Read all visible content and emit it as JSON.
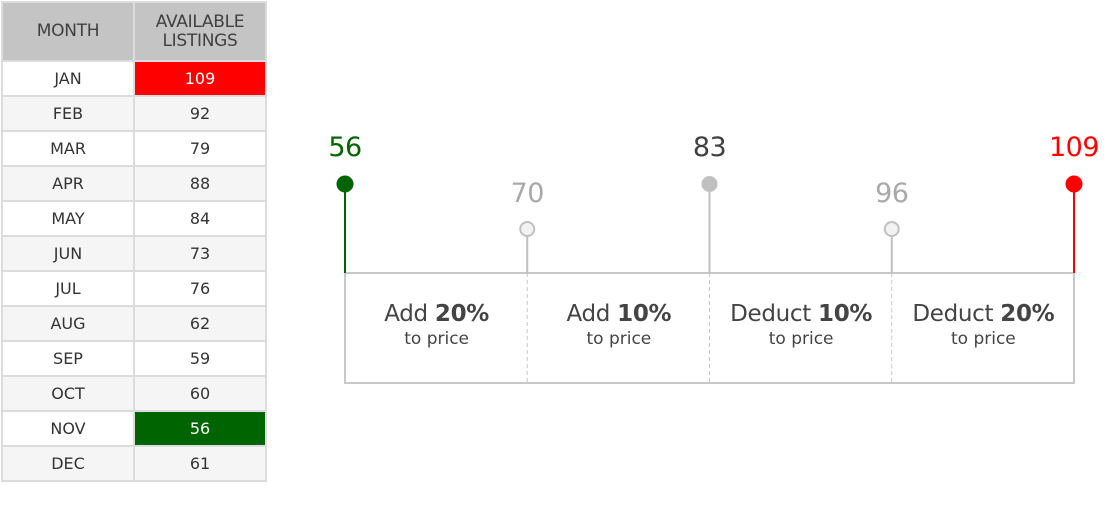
{
  "table": {
    "header_month": "MONTH",
    "header_listings_line1": "AVAILABLE",
    "header_listings_line2": "LISTINGS",
    "rows": [
      {
        "month": "JAN",
        "value": "109",
        "highlight": "max"
      },
      {
        "month": "FEB",
        "value": "92",
        "highlight": ""
      },
      {
        "month": "MAR",
        "value": "79",
        "highlight": ""
      },
      {
        "month": "APR",
        "value": "88",
        "highlight": ""
      },
      {
        "month": "MAY",
        "value": "84",
        "highlight": ""
      },
      {
        "month": "JUN",
        "value": "73",
        "highlight": ""
      },
      {
        "month": "JUL",
        "value": "76",
        "highlight": ""
      },
      {
        "month": "AUG",
        "value": "62",
        "highlight": ""
      },
      {
        "month": "SEP",
        "value": "59",
        "highlight": ""
      },
      {
        "month": "OCT",
        "value": "60",
        "highlight": ""
      },
      {
        "month": "NOV",
        "value": "56",
        "highlight": "min"
      },
      {
        "month": "DEC",
        "value": "61",
        "highlight": ""
      }
    ]
  },
  "colors": {
    "max_highlight": "#ff0000",
    "min_highlight": "#006400",
    "header_bg": "#c4c4c4",
    "marker_gray": "#c0c0c0",
    "text_dark": "#404040",
    "text_light": "#a9a9a9"
  },
  "chart_data": {
    "type": "table",
    "title": "",
    "months": [
      "JAN",
      "FEB",
      "MAR",
      "APR",
      "MAY",
      "JUN",
      "JUL",
      "AUG",
      "SEP",
      "OCT",
      "NOV",
      "DEC"
    ],
    "available_listings": [
      109,
      92,
      79,
      88,
      84,
      73,
      76,
      62,
      59,
      60,
      56,
      61
    ],
    "scale_points": [
      {
        "value": 56,
        "label": "56",
        "style": "min",
        "color": "#006400"
      },
      {
        "value": 70,
        "label": "70",
        "style": "hollow",
        "color": "#a9a9a9"
      },
      {
        "value": 83,
        "label": "83",
        "style": "solid-gray",
        "color": "#404040"
      },
      {
        "value": 96,
        "label": "96",
        "style": "hollow",
        "color": "#a9a9a9"
      },
      {
        "value": 109,
        "label": "109",
        "style": "max",
        "color": "#ff0000"
      }
    ],
    "bands": [
      {
        "action": "Add",
        "percent": "20%",
        "sub": "to price"
      },
      {
        "action": "Add",
        "percent": "10%",
        "sub": "to price"
      },
      {
        "action": "Deduct",
        "percent": "10%",
        "sub": "to price"
      },
      {
        "action": "Deduct",
        "percent": "20%",
        "sub": "to price"
      }
    ]
  }
}
